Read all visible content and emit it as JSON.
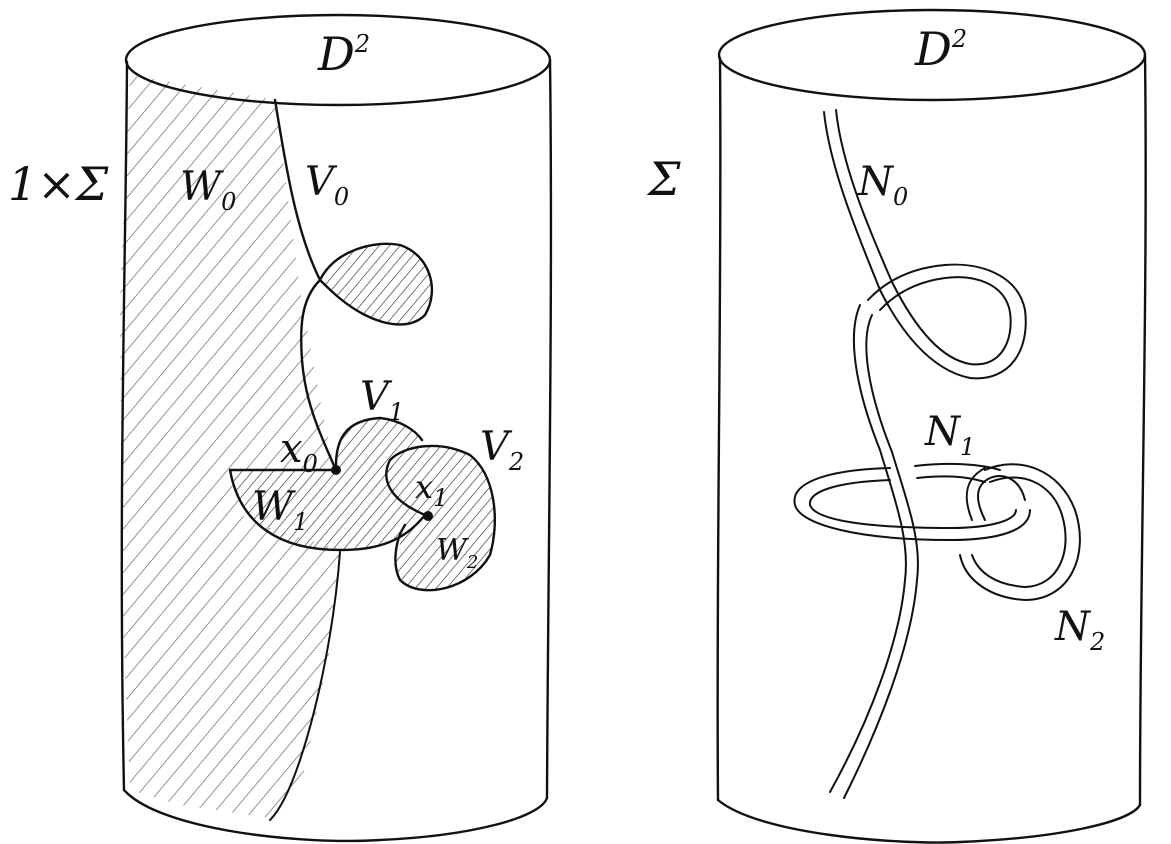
{
  "left_cylinder": {
    "top_label": "D",
    "top_label_sup": "2",
    "side_label": "1×Σ",
    "regions": [
      {
        "name": "W",
        "sub": "0"
      },
      {
        "name": "W",
        "sub": "1"
      },
      {
        "name": "W",
        "sub": "2"
      }
    ],
    "arcs": [
      {
        "name": "V",
        "sub": "0"
      },
      {
        "name": "V",
        "sub": "1"
      },
      {
        "name": "V",
        "sub": "2"
      }
    ],
    "points": [
      {
        "name": "x",
        "sub": "0"
      },
      {
        "name": "x",
        "sub": "1"
      }
    ]
  },
  "right_cylinder": {
    "top_label": "D",
    "top_label_sup": "2",
    "side_label": "Σ",
    "knots": [
      {
        "name": "N",
        "sub": "0"
      },
      {
        "name": "N",
        "sub": "1"
      },
      {
        "name": "N",
        "sub": "2"
      }
    ]
  },
  "colors": {
    "ink": "#111111",
    "paper": "#ffffff"
  }
}
